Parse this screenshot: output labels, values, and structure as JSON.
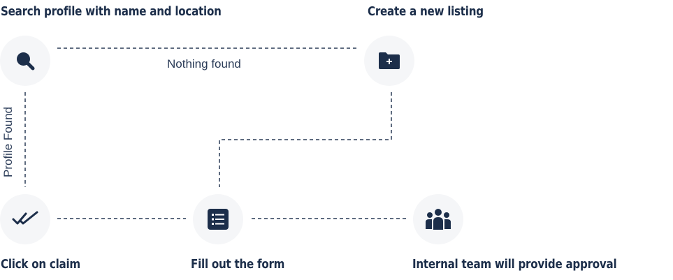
{
  "steps": {
    "search": {
      "title": "Search profile with name and location",
      "icon": "search-icon"
    },
    "create": {
      "title": "Create a new listing",
      "icon": "folder-plus-icon"
    },
    "claim": {
      "title": "Click on claim",
      "icon": "double-check-icon"
    },
    "form": {
      "title": "Fill out the form",
      "icon": "list-form-icon"
    },
    "approval": {
      "title": "Internal team will provide approval",
      "icon": "team-icon"
    }
  },
  "edges": {
    "nothing_found": "Nothing found",
    "profile_found": "Profile Found"
  },
  "colors": {
    "icon": "#1c2e4a",
    "node_bg": "#f5f6f8",
    "connector": "#2a3b57"
  }
}
